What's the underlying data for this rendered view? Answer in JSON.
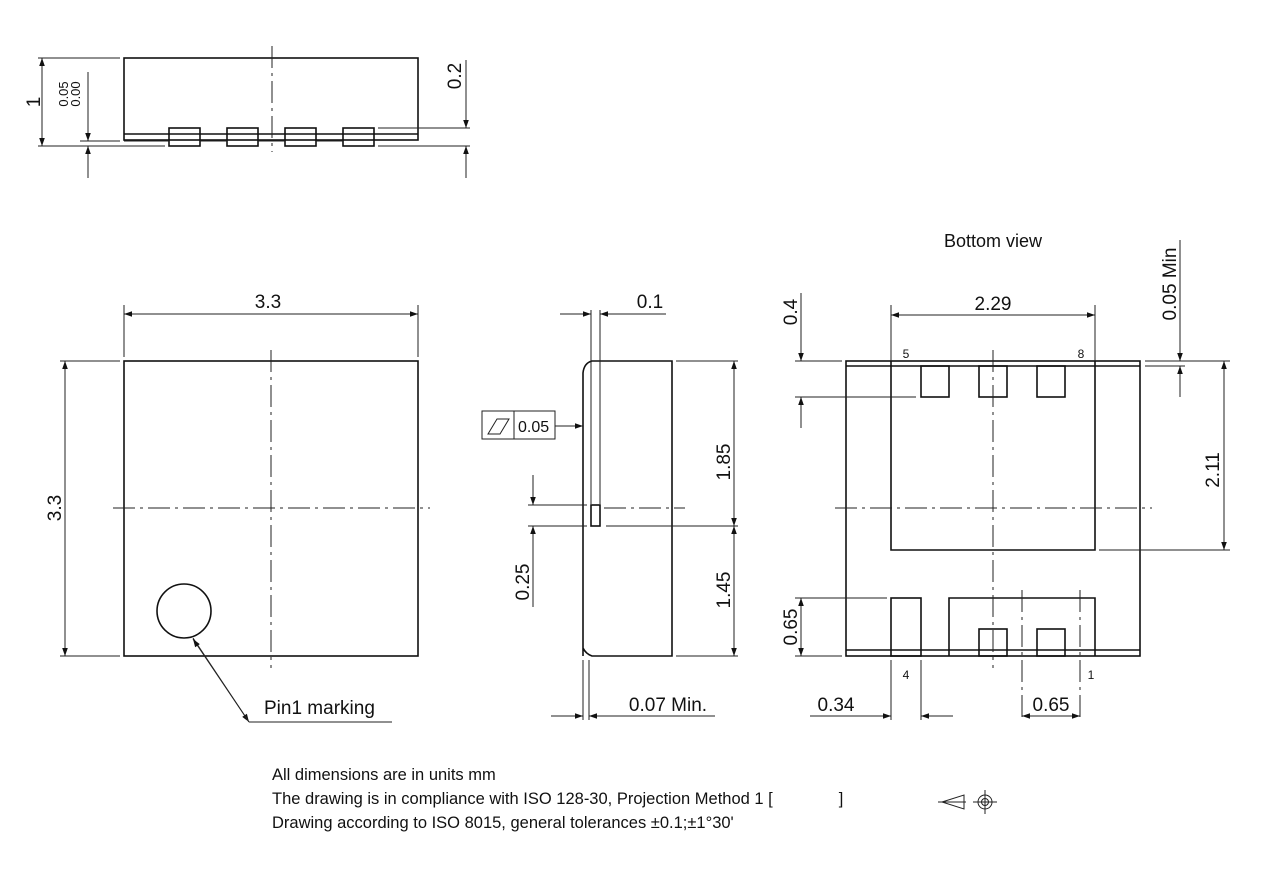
{
  "side_view_top": {
    "height_dim": "1",
    "standoff_tol_upper": "0.05",
    "standoff_tol_lower": "0.00",
    "lead_height_dim": "0.2",
    "lead_count": 4
  },
  "top_view": {
    "width_dim": "3.3",
    "height_dim": "3.3",
    "pin1_label": "Pin1 marking"
  },
  "side_view_mid": {
    "lead_thickness_dim": "0.1",
    "flatness_symbol": "flatness",
    "flatness_tolerance": "0.05",
    "upper_dim": "1.85",
    "lower_dim": "1.45",
    "pad_dim": "0.25",
    "min_dim": "0.07 Min."
  },
  "bottom_view": {
    "title": "Bottom view",
    "pad_span_dim": "2.29",
    "top_pad_len_dim": "0.4",
    "edge_min_dim": "0.05 Min",
    "exposed_pad_dim": "2.11",
    "bottom_pad_len_dim": "0.65",
    "pad_width_dim": "0.34",
    "pitch_dim": "0.65",
    "pin_labels": {
      "p5": "5",
      "p8": "8",
      "p4": "4",
      "p1": "1"
    }
  },
  "notes": {
    "line1": "All dimensions are in units mm",
    "line2": "The drawing is in compliance with ISO 128-30, Projection Method 1 [",
    "line2_end": "]",
    "line3": "Drawing according to ISO 8015, general tolerances ±0.1;±1°30'"
  }
}
